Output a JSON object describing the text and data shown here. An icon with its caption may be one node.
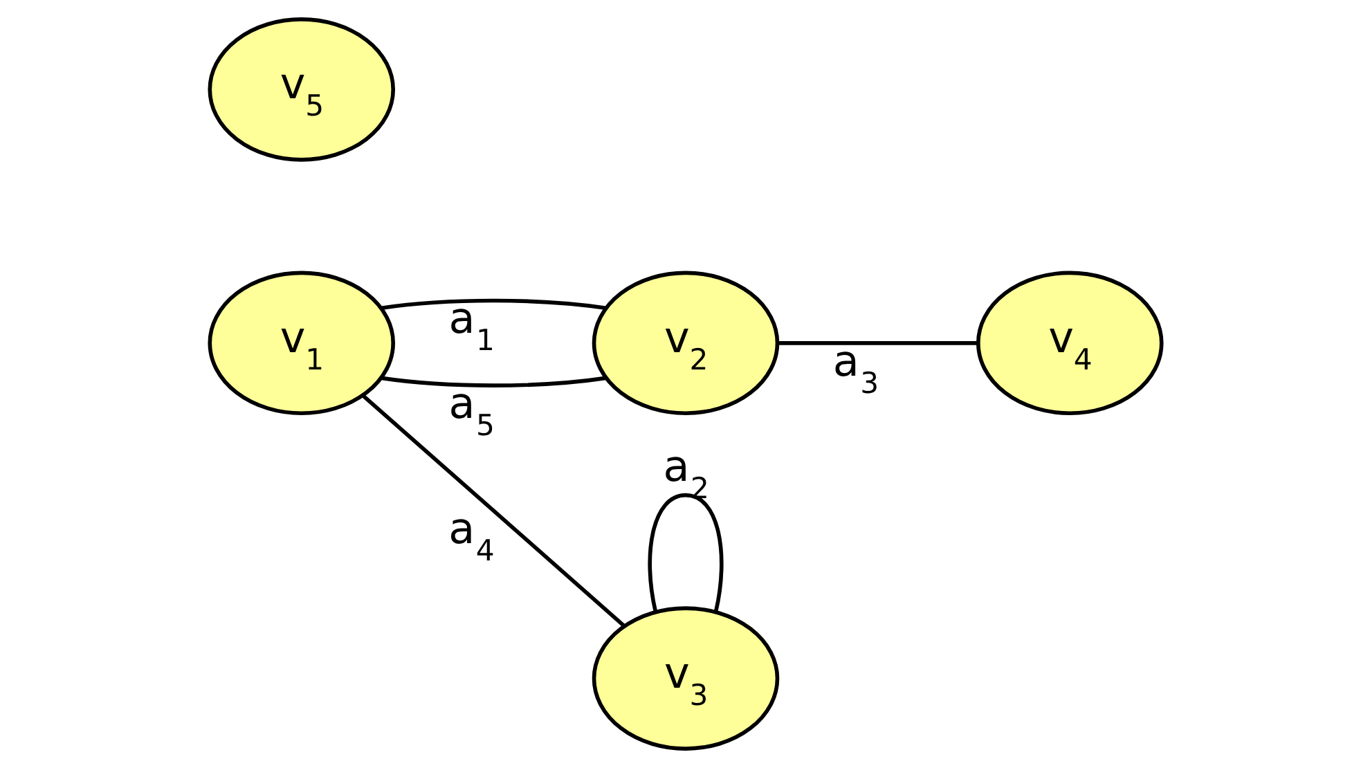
{
  "diagram": {
    "nodes": [
      {
        "text": [
          "v$_{1}$"
        ]
      },
      {
        "text": [
          "v$_{2}$"
        ]
      },
      {
        "text": [
          "v$_{3}$"
        ]
      },
      {
        "text": [
          "v$_{4}$"
        ]
      },
      {
        "text": [
          "v$_{5}$"
        ]
      }
    ],
    "edges": [
      {
        "from": 0,
        "to": 1,
        "arrow": "none",
        "label": "a$_{5}$"
      },
      {
        "from": 0,
        "to": 1,
        "arrow": "none",
        "label": "a$_{1}$"
      },
      {
        "from": 1,
        "to": 3,
        "arrow": "none",
        "label": "a$_{3}$"
      },
      {
        "from": 2,
        "to": 2,
        "arrow": "none",
        "label": "a$_{2}$"
      },
      {
        "from": 0,
        "to": 2,
        "arrow": "none",
        "label": "a$_{4}$"
      }
    ]
  }
}
